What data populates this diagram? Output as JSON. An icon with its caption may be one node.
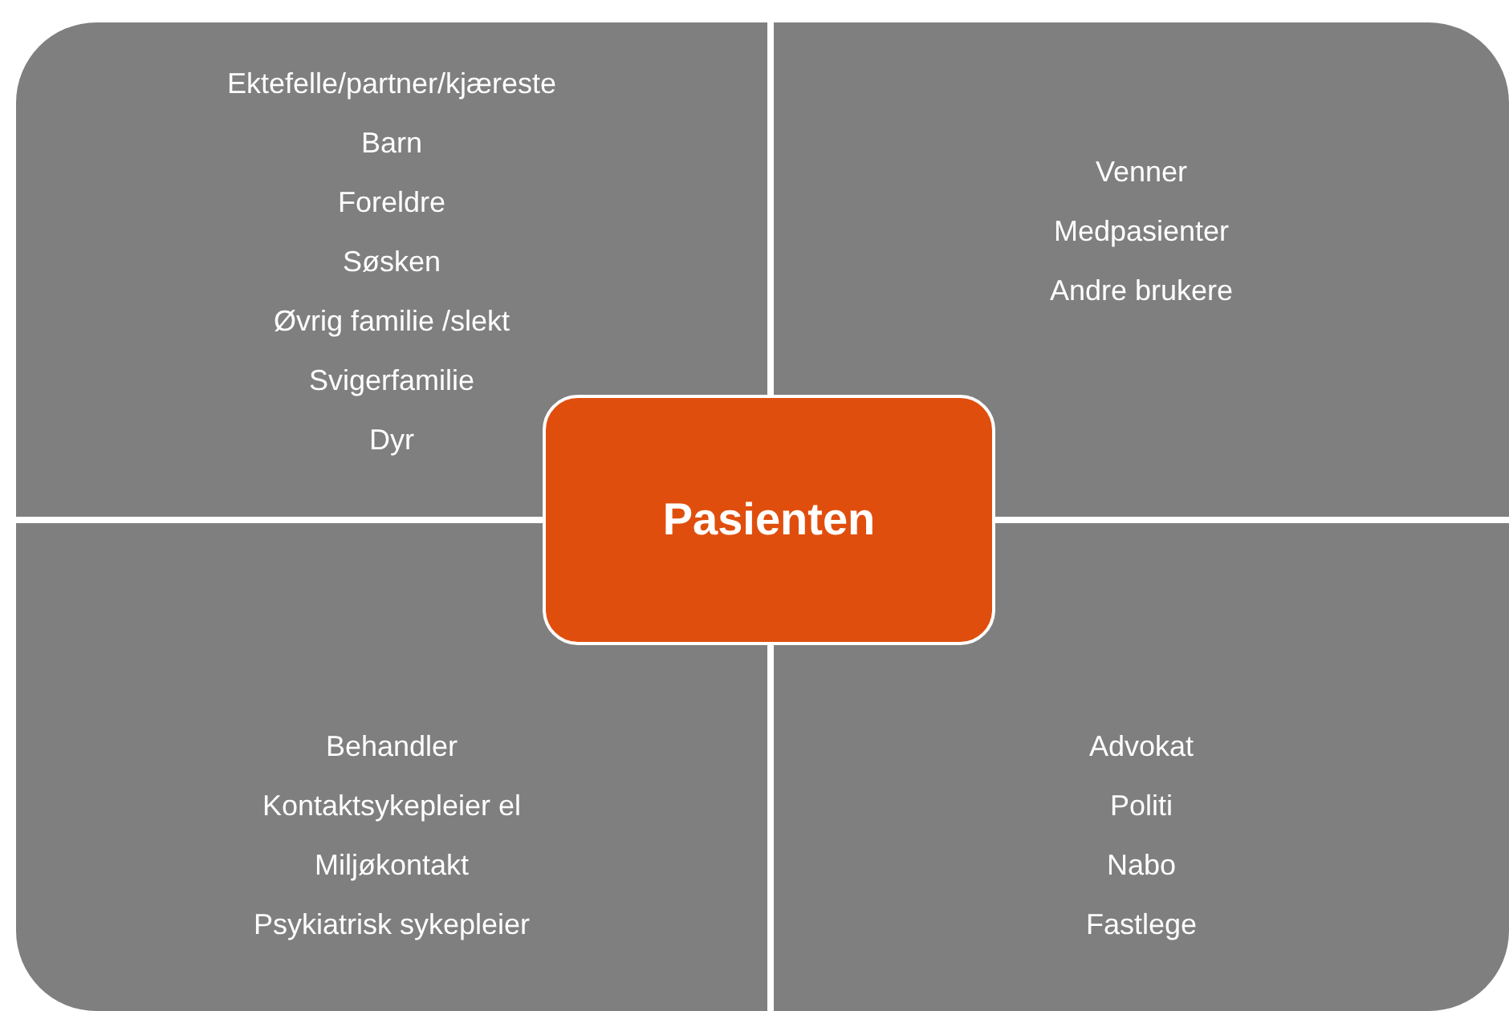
{
  "diagram": {
    "nodes": [
      {
        "text": [
          "Ektefelle/partner/kjæreste",
          "Barn",
          "Foreldre",
          "Søsken",
          "Øvrig familie /slekt",
          "Svigerfamilie",
          "Dyr"
        ]
      },
      {
        "text": [
          "Venner",
          "Medpasienter",
          "Andre brukere"
        ]
      },
      {
        "text": [
          "Pasienten"
        ]
      },
      {
        "text": [
          "Behandler",
          "Kontaktsykepleier el",
          "Miljøkontakt",
          "Psykiatrisk sykepleier"
        ]
      },
      {
        "text": [
          "Advokat",
          "Politi",
          "Nabo",
          "Fastlege"
        ]
      }
    ]
  }
}
